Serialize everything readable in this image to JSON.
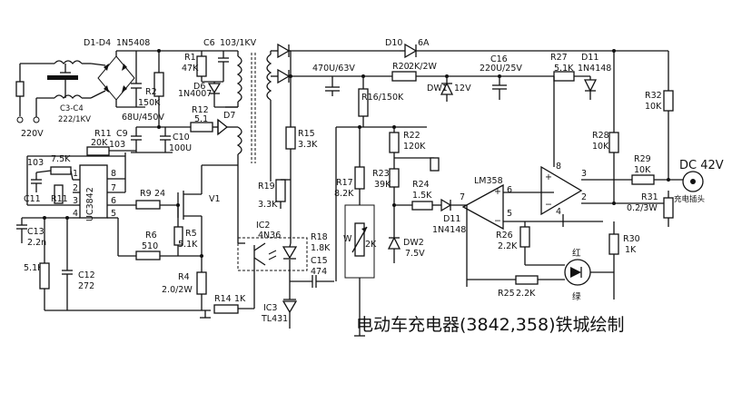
{
  "title": "电动车充电器(3842,358)铁城绘制",
  "input": {
    "voltage": "220V"
  },
  "bridge": {
    "name": "D1-D4",
    "part": "1N5408"
  },
  "caps_in": {
    "name": "C3-C4",
    "value": "222/1KV"
  },
  "bulk_cap": {
    "value": "68U/450V"
  },
  "components": {
    "r1": "R1",
    "r1v": "47K",
    "c6": "C6",
    "c6v": "103/1KV",
    "d6": "D6",
    "d6v": "1N4007",
    "r2": "R2",
    "r2v": "150K",
    "r12": "R12",
    "r12v": "5.1",
    "d7": "D7",
    "r11": "R11",
    "r11v": "20K",
    "c9": "C9",
    "c9v": "103",
    "c10": "C10",
    "c10v": "100U",
    "c103": "103",
    "r10": "7.5K",
    "c11": "C11",
    "r11b": "R11",
    "ic": "UC3842",
    "r9": "R9",
    "r9v": "24",
    "v1": "V1",
    "c13": "C13",
    "c13v": "2.2n",
    "r6": "R6",
    "r6v": "510",
    "r5": "R5",
    "r5v": "5.1K",
    "r4": "R4",
    "r4v": "2.0/2W",
    "r14": "R14",
    "r14v": "1K",
    "r51k": "5.1K",
    "c12": "C12",
    "c12v": "272",
    "d10": "D10",
    "d10v": "6A",
    "c_out": "470U/63V",
    "r20": "R20",
    "r20v": "2K/2W",
    "dw1": "DW1",
    "dw1v": "12V",
    "c16": "C16",
    "c16v": "220U/25V",
    "r27": "R27",
    "r27v": "5.1K",
    "d11a": "D11",
    "d11av": "1N4148",
    "r16": "R16/150K",
    "r15": "R15",
    "r15v": "3.3K",
    "r22": "R22",
    "r22v": "120K",
    "r19": "R19",
    "r19v": "3.3K",
    "ic2": "IC2",
    "ic2v": "4N36",
    "r18": "R18",
    "r18v": "1.8K",
    "c15": "C15",
    "c15v": "474",
    "ic3": "IC3",
    "ic3v": "TL431",
    "r17": "R17",
    "r17v": "8.2K",
    "r23": "R23",
    "r23v": "39K",
    "r24": "R24",
    "r24v": "1.5K",
    "vr": "W",
    "vrv": "2K",
    "dw2": "DW2",
    "dw2v": "7.5V",
    "d11": "D11",
    "d11v": "1N4148",
    "lm358": "LM358",
    "r26": "R26",
    "r26v": "2.2K",
    "r25": "R25",
    "r25v": "2.2K",
    "r28": "R28",
    "r28v": "10K",
    "r29": "R29",
    "r29v": "10K",
    "r30": "R30",
    "r30v": "1K",
    "r31": "R31",
    "r31v": "0.2/3W",
    "r32": "R32",
    "r32v": "10K",
    "dc": "DC 42V",
    "plug": "充电插头",
    "red": "红",
    "green": "绿"
  },
  "pins": {
    "p8": "8",
    "p7": "7",
    "p6": "6",
    "p5": "5",
    "p1": "1",
    "p2": "2",
    "p3": "3",
    "p4": "4",
    "o6": "6",
    "o5": "5",
    "o7": "7",
    "o3": "3",
    "o2": "2",
    "o4": "4",
    "o8": "8"
  }
}
